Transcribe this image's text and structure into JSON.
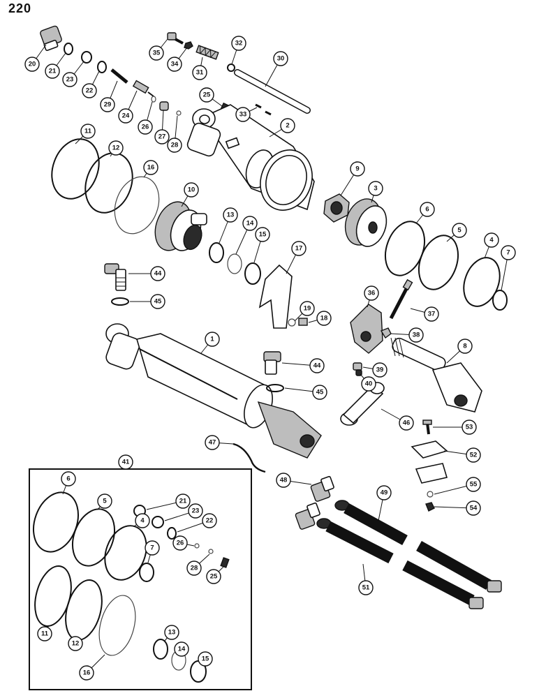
{
  "page": {
    "number": "220"
  },
  "parts": [
    {
      "id": "p20",
      "label": "20"
    },
    {
      "id": "p21",
      "label": "21"
    },
    {
      "id": "p23",
      "label": "23"
    },
    {
      "id": "p22",
      "label": "22"
    },
    {
      "id": "p29",
      "label": "29"
    },
    {
      "id": "p24",
      "label": "24"
    },
    {
      "id": "p26",
      "label": "26"
    },
    {
      "id": "p27",
      "label": "27"
    },
    {
      "id": "p28",
      "label": "28"
    },
    {
      "id": "p35",
      "label": "35"
    },
    {
      "id": "p34",
      "label": "34"
    },
    {
      "id": "p31",
      "label": "31"
    },
    {
      "id": "p32",
      "label": "32"
    },
    {
      "id": "p30",
      "label": "30"
    },
    {
      "id": "p25",
      "label": "25"
    },
    {
      "id": "p33",
      "label": "33"
    },
    {
      "id": "p2",
      "label": "2"
    },
    {
      "id": "p11",
      "label": "11"
    },
    {
      "id": "p12",
      "label": "12"
    },
    {
      "id": "p16",
      "label": "16"
    },
    {
      "id": "p10",
      "label": "10"
    },
    {
      "id": "p9",
      "label": "9"
    },
    {
      "id": "p3",
      "label": "3"
    },
    {
      "id": "p13",
      "label": "13"
    },
    {
      "id": "p14",
      "label": "14"
    },
    {
      "id": "p15",
      "label": "15"
    },
    {
      "id": "p17",
      "label": "17"
    },
    {
      "id": "p6",
      "label": "6"
    },
    {
      "id": "p5",
      "label": "5"
    },
    {
      "id": "p4",
      "label": "4"
    },
    {
      "id": "p7",
      "label": "7"
    },
    {
      "id": "p44a",
      "label": "44"
    },
    {
      "id": "p45a",
      "label": "45"
    },
    {
      "id": "p19",
      "label": "19"
    },
    {
      "id": "p18",
      "label": "18"
    },
    {
      "id": "p36",
      "label": "36"
    },
    {
      "id": "p37",
      "label": "37"
    },
    {
      "id": "p38",
      "label": "38"
    },
    {
      "id": "p1",
      "label": "1"
    },
    {
      "id": "p8",
      "label": "8"
    },
    {
      "id": "p44b",
      "label": "44"
    },
    {
      "id": "p45b",
      "label": "45"
    },
    {
      "id": "p39",
      "label": "39"
    },
    {
      "id": "p40",
      "label": "40"
    },
    {
      "id": "p46",
      "label": "46"
    },
    {
      "id": "p53",
      "label": "53"
    },
    {
      "id": "p47",
      "label": "47"
    },
    {
      "id": "p52",
      "label": "52"
    },
    {
      "id": "p41",
      "label": "41"
    },
    {
      "id": "p48",
      "label": "48"
    },
    {
      "id": "p49",
      "label": "49"
    },
    {
      "id": "p55",
      "label": "55"
    },
    {
      "id": "p54",
      "label": "54"
    },
    {
      "id": "p51",
      "label": "51"
    }
  ],
  "kit_parts": [
    {
      "id": "k6",
      "label": "6"
    },
    {
      "id": "k5",
      "label": "5"
    },
    {
      "id": "k4",
      "label": "4"
    },
    {
      "id": "k7",
      "label": "7"
    },
    {
      "id": "k21",
      "label": "21"
    },
    {
      "id": "k23",
      "label": "23"
    },
    {
      "id": "k22",
      "label": "22"
    },
    {
      "id": "k26",
      "label": "26"
    },
    {
      "id": "k28",
      "label": "28"
    },
    {
      "id": "k25",
      "label": "25"
    },
    {
      "id": "k11",
      "label": "11"
    },
    {
      "id": "k12",
      "label": "12"
    },
    {
      "id": "k16",
      "label": "16"
    },
    {
      "id": "k13",
      "label": "13"
    },
    {
      "id": "k14",
      "label": "14"
    },
    {
      "id": "k15",
      "label": "15"
    }
  ]
}
